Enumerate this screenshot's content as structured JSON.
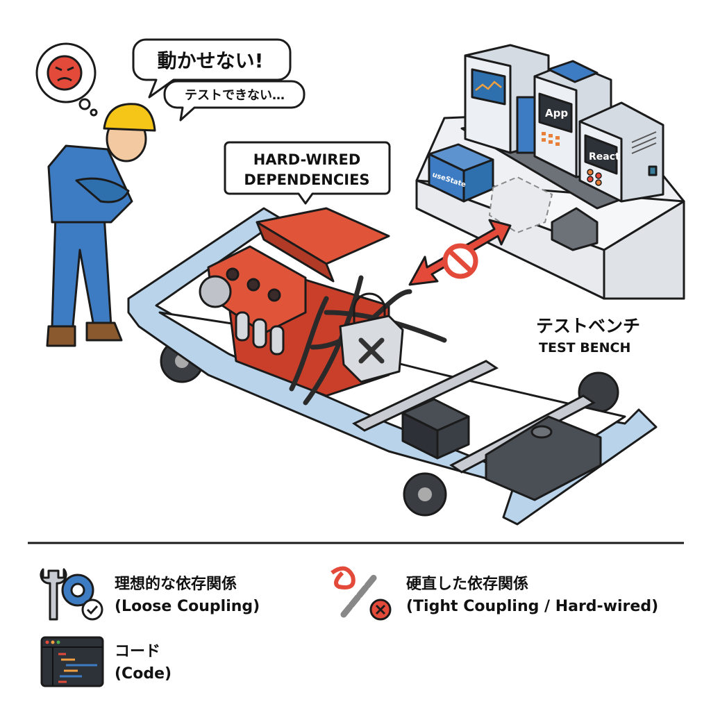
{
  "speech": {
    "main": "動かせない!",
    "sub": "テストできない…"
  },
  "label_box": {
    "line1": "HARD-WIRED",
    "line2": "DEPENDENCIES"
  },
  "bench": {
    "modules": [
      "App",
      "React"
    ],
    "state_box": "useState",
    "title_jp": "テストベンチ",
    "title_en": "TEST BENCH"
  },
  "legend": {
    "items": [
      {
        "icon": "wrench-gear-check-icon",
        "jp": "理想的な依存関係",
        "en": "(Loose Coupling)"
      },
      {
        "icon": "knot-chain-x-icon",
        "jp": "硬直した依存関係",
        "en": "(Tight Coupling / Hard-wired)"
      },
      {
        "icon": "code-window-icon",
        "jp": "コード",
        "en": "(Code)"
      }
    ]
  },
  "colors": {
    "engine": "#e0553a",
    "frame": "#b9d4ea",
    "bench": "#eef0f3",
    "accent_blue": "#3d7cc2",
    "forbidden": "#e44a3a",
    "helmet": "#f5c518"
  }
}
